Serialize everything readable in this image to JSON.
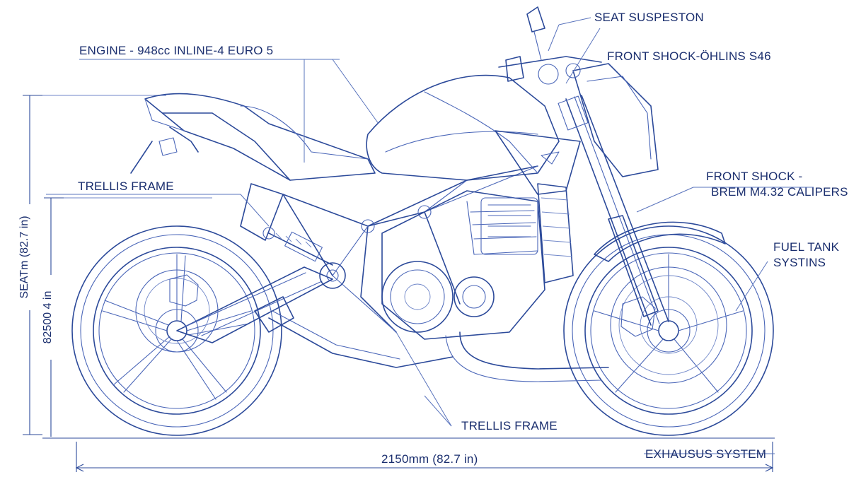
{
  "labels": {
    "engine": "ENGINE - 948cc INLINE-4 EURO 5",
    "seat_suspension": "SEAT SUSPESTON",
    "front_shock_ohlins": "FRONT SHOCK-ÖHLINS S46",
    "trellis_frame_top": "TRELLIS FRAME",
    "front_shock_line1": "FRONT SHOCK -",
    "front_shock_line2": "BREM M4.32 CALIPERS",
    "fuel_tank_line1": "FUEL TANK",
    "fuel_tank_line2": "SYSTINS",
    "trellis_frame_bottom": "TRELLIS FRAME",
    "exhaust_system": "EXHAUSUS SYSTEM",
    "length_dimension": "2150mm (82.7 in)",
    "seat_height_dimension": "SEATm (82.7 in)",
    "secondary_height_dimension": "82500 4 in"
  },
  "colors": {
    "line": "#2c4a9a",
    "text": "#1a2e6e",
    "background": "#ffffff"
  }
}
